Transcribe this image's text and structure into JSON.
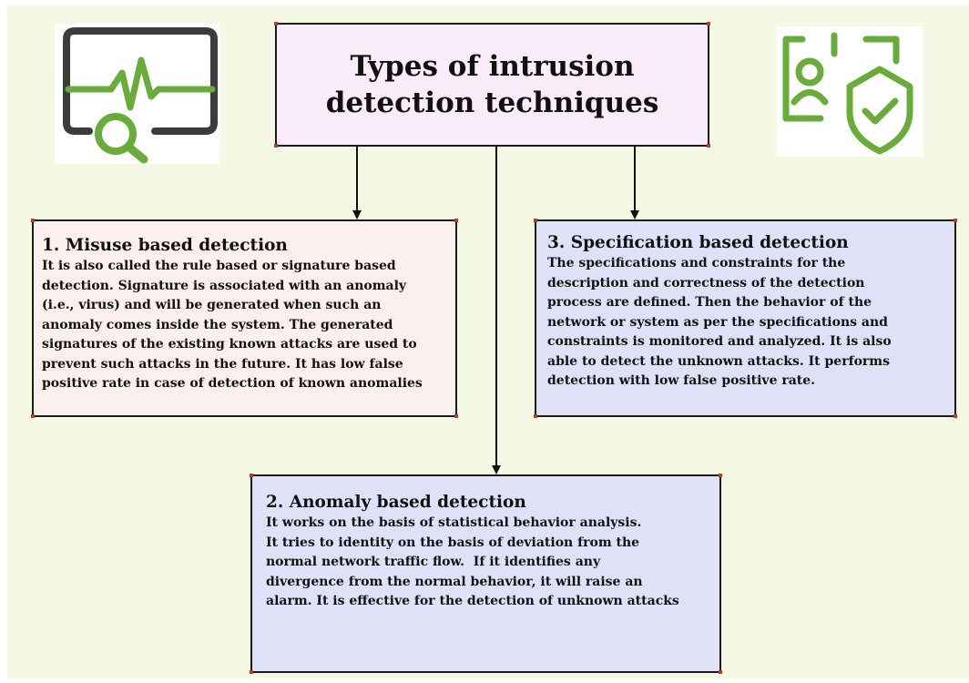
{
  "title": "Types of intrusion\ndetection techniques",
  "colors": {
    "background": "#f5f8e2",
    "title_fill": "#fbecf9",
    "misuse_fill": "#fbf0ee",
    "blue_fill": "#dfe2f7",
    "icon_green": "#6aac3c",
    "icon_gray": "#3c3c3c"
  },
  "icons": {
    "left": "monitor-heartbeat-search-icon",
    "right": "user-id-shield-check-icon"
  },
  "misuse": {
    "heading": "1. Misuse based detection",
    "body": "It is also called the rule based or signature based\ndetection. Signature is associated with an anomaly\n(i.e., virus) and will be generated when such an\nanomaly comes inside the system. The generated\nsignatures of the existing known attacks are used to\nprevent such attacks in the future. It has low false\npositive rate in case of detection of known anomalies"
  },
  "specification": {
    "heading": "3. Specification based detection",
    "body": "The specifications and constraints for the\ndescription and correctness of the detection\nprocess are defined. Then the behavior of the\nnetwork or system as per the specifications and\nconstraints is monitored and analyzed. It is also\nable to detect the unknown attacks. It performs\ndetection with low false positive rate."
  },
  "anomaly": {
    "heading": "2. Anomaly based detection",
    "body": "It works on the basis of statistical behavior analysis.\nIt tries to identity on the basis of deviation from the\nnormal network traffic flow.  If it identifies any\ndivergence from the normal behavior, it will raise an\nalarm. It is effective for the detection of unknown attacks"
  }
}
